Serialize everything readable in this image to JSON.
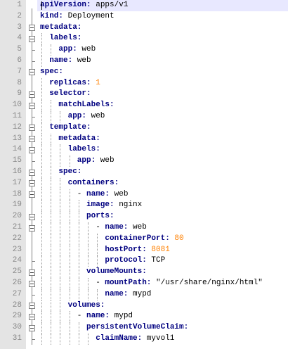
{
  "editor": {
    "language": "yaml",
    "colors": {
      "key": "#000080",
      "number": "#ff8000",
      "plain": "#000000",
      "gutter": "#e4e4e4",
      "current_line": "#e8e8ff"
    },
    "lines": [
      {
        "n": "1",
        "key": "apiVersion:",
        "value": " apps/v1",
        "vtype": "plain",
        "indent": 0
      },
      {
        "n": "2",
        "key": "kind:",
        "value": " Deployment",
        "vtype": "plain",
        "indent": 0
      },
      {
        "n": "3",
        "key": "metadata:",
        "value": "",
        "vtype": "plain",
        "indent": 0
      },
      {
        "n": "4",
        "key": "labels:",
        "value": "",
        "vtype": "plain",
        "indent": 2
      },
      {
        "n": "5",
        "key": "app:",
        "value": " web",
        "vtype": "plain",
        "indent": 4
      },
      {
        "n": "6",
        "key": "name:",
        "value": " web",
        "vtype": "plain",
        "indent": 2
      },
      {
        "n": "7",
        "key": "spec:",
        "value": "",
        "vtype": "plain",
        "indent": 0
      },
      {
        "n": "8",
        "key": "replicas:",
        "value": " 1",
        "vtype": "num",
        "indent": 2
      },
      {
        "n": "9",
        "key": "selector:",
        "value": "",
        "vtype": "plain",
        "indent": 2
      },
      {
        "n": "10",
        "key": "matchLabels:",
        "value": "",
        "vtype": "plain",
        "indent": 4
      },
      {
        "n": "11",
        "key": "app:",
        "value": " web",
        "vtype": "plain",
        "indent": 6
      },
      {
        "n": "12",
        "key": "template:",
        "value": "",
        "vtype": "plain",
        "indent": 2
      },
      {
        "n": "13",
        "key": "metadata:",
        "value": "",
        "vtype": "plain",
        "indent": 4
      },
      {
        "n": "14",
        "key": "labels:",
        "value": "",
        "vtype": "plain",
        "indent": 6
      },
      {
        "n": "15",
        "key": "app:",
        "value": " web",
        "vtype": "plain",
        "indent": 8
      },
      {
        "n": "16",
        "key": "spec:",
        "value": "",
        "vtype": "plain",
        "indent": 4
      },
      {
        "n": "17",
        "key": "containers:",
        "value": "",
        "vtype": "plain",
        "indent": 6
      },
      {
        "n": "18",
        "prefix": "- ",
        "key": "name:",
        "value": " web",
        "vtype": "plain",
        "indent": 8
      },
      {
        "n": "19",
        "key": "image:",
        "value": " nginx",
        "vtype": "plain",
        "indent": 10
      },
      {
        "n": "20",
        "key": "ports:",
        "value": "",
        "vtype": "plain",
        "indent": 10
      },
      {
        "n": "21",
        "prefix": "- ",
        "key": "name:",
        "value": " web",
        "vtype": "plain",
        "indent": 12
      },
      {
        "n": "22",
        "key": "containerPort:",
        "value": " 80",
        "vtype": "num",
        "indent": 14
      },
      {
        "n": "23",
        "key": "hostPort:",
        "value": " 8081",
        "vtype": "num",
        "indent": 14
      },
      {
        "n": "24",
        "key": "protocol:",
        "value": " TCP",
        "vtype": "plain",
        "indent": 14
      },
      {
        "n": "25",
        "key": "volumeMounts:",
        "value": "",
        "vtype": "plain",
        "indent": 10
      },
      {
        "n": "26",
        "prefix": "- ",
        "key": "mountPath:",
        "value": " \"/usr/share/nginx/html\"",
        "vtype": "plain",
        "indent": 12
      },
      {
        "n": "27",
        "key": "name:",
        "value": " mypd",
        "vtype": "plain",
        "indent": 14
      },
      {
        "n": "28",
        "key": "volumes:",
        "value": "",
        "vtype": "plain",
        "indent": 6
      },
      {
        "n": "29",
        "prefix": "- ",
        "key": "name:",
        "value": " mypd",
        "vtype": "plain",
        "indent": 8
      },
      {
        "n": "30",
        "key": "persistentVolumeClaim:",
        "value": "",
        "vtype": "plain",
        "indent": 10
      },
      {
        "n": "31",
        "key": "claimName:",
        "value": " myvol1",
        "vtype": "plain",
        "indent": 12
      }
    ]
  }
}
